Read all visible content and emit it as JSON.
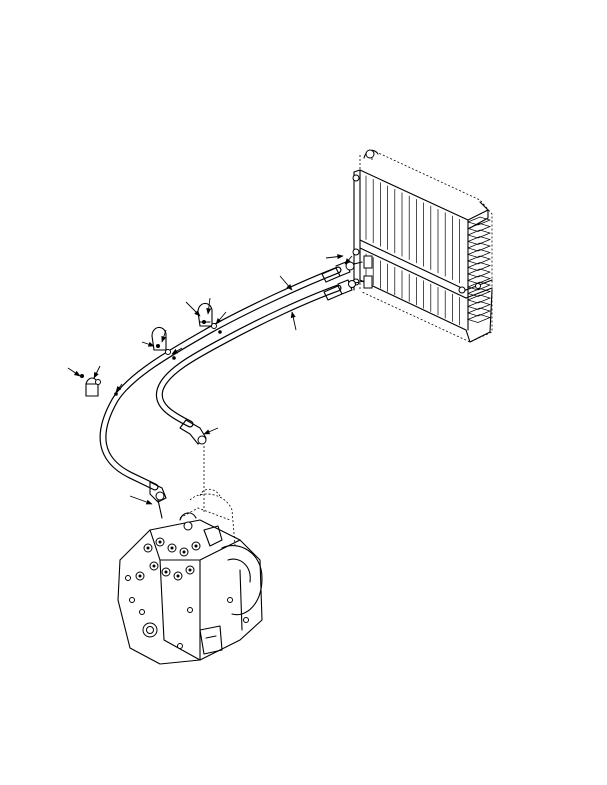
{
  "figure": {
    "labels": [],
    "callouts": [
      {
        "target": "cooler-upper-fitting"
      },
      {
        "target": "cooler-lower-fitting"
      },
      {
        "target": "upper-hose"
      },
      {
        "target": "lower-hose"
      },
      {
        "target": "clamp-right"
      },
      {
        "target": "clamp-middle"
      },
      {
        "target": "clamp-left"
      },
      {
        "target": "elbow-fitting"
      },
      {
        "target": "transmission-fitting"
      }
    ]
  }
}
